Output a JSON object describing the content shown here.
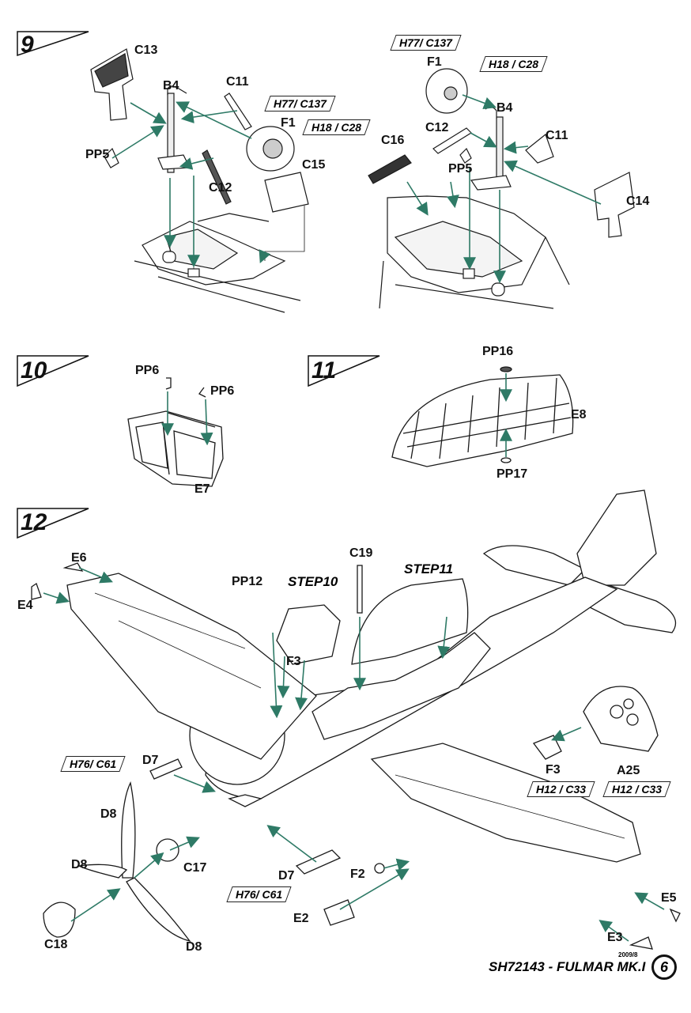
{
  "steps": [
    {
      "num": "9"
    },
    {
      "num": "10"
    },
    {
      "num": "11"
    },
    {
      "num": "12"
    }
  ],
  "step9": {
    "part_labels": [
      "C13",
      "B4",
      "C11",
      "F1",
      "PP5",
      "C12",
      "C15"
    ],
    "paint_refs": [
      "H77/ C137",
      "H18 / C28"
    ]
  },
  "step9b": {
    "part_labels": [
      "F1",
      "B4",
      "C12",
      "C11",
      "C16",
      "PP5",
      "C14"
    ],
    "paint_refs": [
      "H77/ C137",
      "H18 / C28"
    ]
  },
  "step10": {
    "part_labels": [
      "PP6",
      "PP6",
      "E7"
    ]
  },
  "step11": {
    "part_labels": [
      "PP16",
      "E8",
      "PP17"
    ]
  },
  "step12": {
    "part_labels": [
      "E6",
      "E4",
      "C19",
      "PP12",
      "F3",
      "D7",
      "D8",
      "D8",
      "D8",
      "C17",
      "C18",
      "D7",
      "F2",
      "E2",
      "F3",
      "A25",
      "E5",
      "E3"
    ],
    "step_refs": [
      "STEP10",
      "STEP11"
    ],
    "paint_refs": [
      "H76/ C61",
      "H76/ C61",
      "H12 / C33",
      "H12 / C33"
    ]
  },
  "footer": {
    "date": "2009/8",
    "title": "SH72143 - FULMAR MK.I",
    "page": "6"
  },
  "colors": {
    "arrow": "#2e7a66",
    "line": "#1a1a1a"
  }
}
